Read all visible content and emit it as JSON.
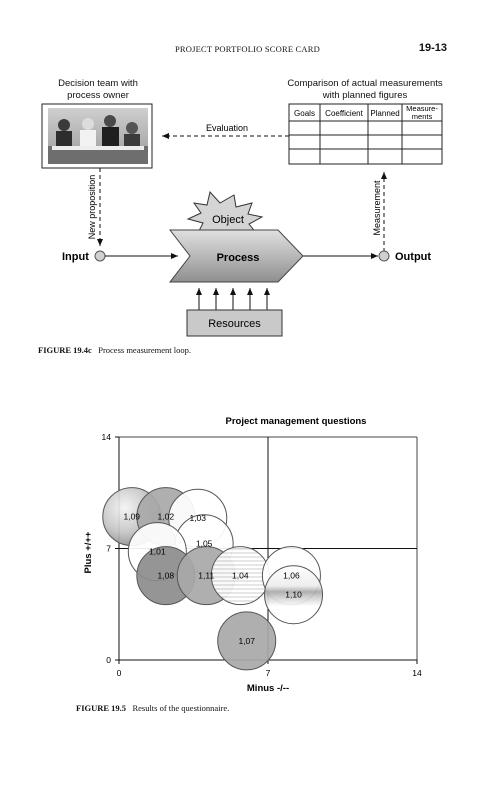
{
  "header": {
    "running_title": "PROJECT PORTFOLIO SCORE CARD",
    "page_number": "19-13"
  },
  "figure_1": {
    "decision_team_label": [
      "Decision team with",
      "process owner"
    ],
    "comparison_label": [
      "Comparison of actual measurements",
      "with planned figures"
    ],
    "table_headers": [
      "Goals",
      "Coefficient",
      "Planned",
      "Measure-",
      "ments"
    ],
    "evaluation_label": "Evaluation",
    "new_proposition_label": "New proposition",
    "measurement_label": "Measurement",
    "object_label": "Object",
    "process_label": "Process",
    "input_label": "Input",
    "output_label": "Output",
    "resources_label": "Resources",
    "caption_number": "FIGURE 19.4c",
    "caption_text": "Process measurement loop."
  },
  "figure_2": {
    "caption_number": "FIGURE 19.5",
    "caption_text": "Results of the questionnaire."
  },
  "chart_data": {
    "type": "bubble",
    "title": "Project management questions",
    "xlabel": "Minus -/--",
    "ylabel": "Plus +/++",
    "xlim": [
      0,
      14
    ],
    "ylim": [
      0,
      14
    ],
    "xticks": [
      "0",
      "7",
      "14"
    ],
    "yticks": [
      "0",
      "7",
      "14"
    ],
    "reference_lines": {
      "x": 7,
      "y": 7
    },
    "points": [
      {
        "label": "1,09",
        "x": 0.6,
        "y": 9.0,
        "style": "light-sphere"
      },
      {
        "label": "1,02",
        "x": 2.2,
        "y": 9.0,
        "style": "medium-gray"
      },
      {
        "label": "1,03",
        "x": 3.7,
        "y": 8.9,
        "style": "white"
      },
      {
        "label": "1,05",
        "x": 4.0,
        "y": 7.3,
        "style": "white"
      },
      {
        "label": "1,01",
        "x": 1.8,
        "y": 6.8,
        "style": "white"
      },
      {
        "label": "1,08",
        "x": 2.2,
        "y": 5.3,
        "style": "dark-gray"
      },
      {
        "label": "1,11",
        "x": 4.1,
        "y": 5.3,
        "style": "medium-gray"
      },
      {
        "label": "1,04",
        "x": 5.7,
        "y": 5.3,
        "style": "hatched"
      },
      {
        "label": "1,06",
        "x": 8.1,
        "y": 5.3,
        "style": "white"
      },
      {
        "label": "1,10",
        "x": 8.2,
        "y": 4.1,
        "style": "banded"
      },
      {
        "label": "1,07",
        "x": 6.0,
        "y": 1.2,
        "style": "medium-gray"
      }
    ]
  }
}
